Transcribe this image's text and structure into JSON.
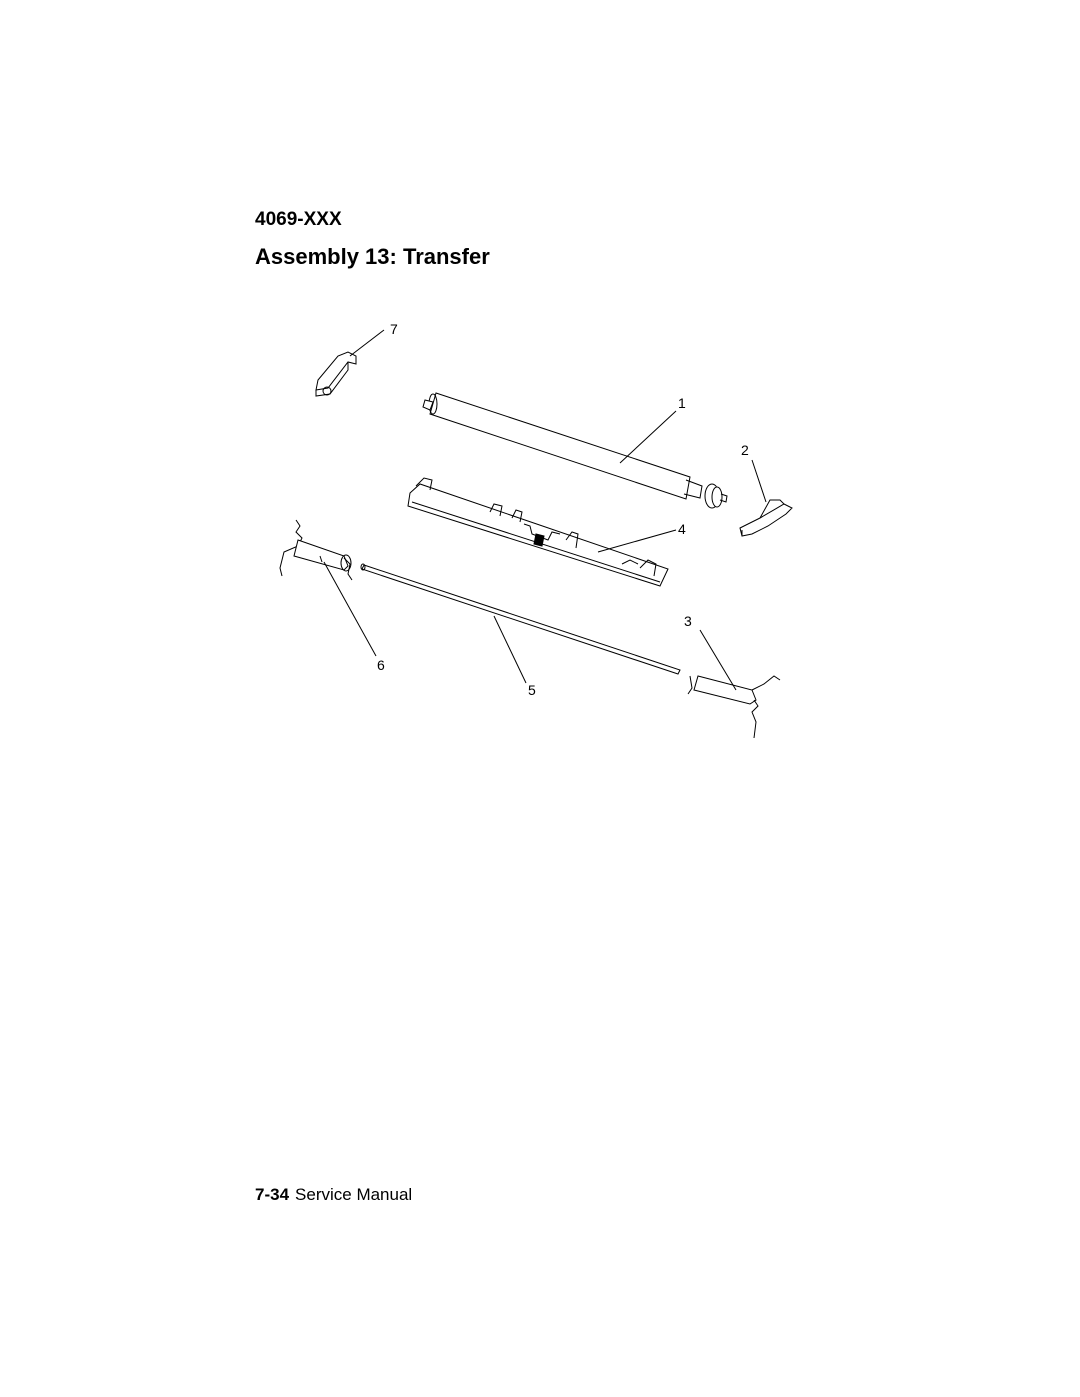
{
  "header": {
    "model": "4069-XXX",
    "title": "Assembly 13: Transfer"
  },
  "figure": {
    "callouts": [
      {
        "id": "1",
        "label": "1"
      },
      {
        "id": "2",
        "label": "2"
      },
      {
        "id": "3",
        "label": "3"
      },
      {
        "id": "4",
        "label": "4"
      },
      {
        "id": "5",
        "label": "5"
      },
      {
        "id": "6",
        "label": "6"
      },
      {
        "id": "7",
        "label": "7"
      }
    ]
  },
  "footer": {
    "page_number": "7-34",
    "manual_title": "Service Manual"
  }
}
